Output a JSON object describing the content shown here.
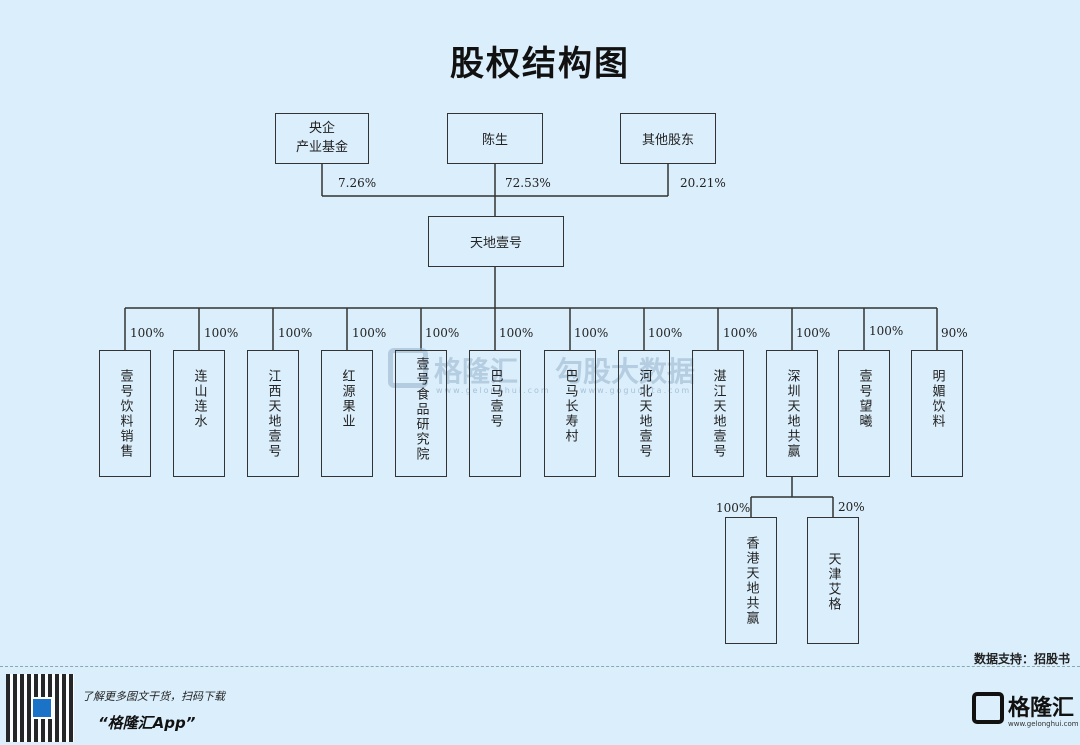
{
  "title": "股权结构图",
  "shareholders": [
    {
      "name": "央企\n产业基金",
      "pct": "7.26%"
    },
    {
      "name": "陈生",
      "pct": "72.53%"
    },
    {
      "name": "其他股东",
      "pct": "20.21%"
    }
  ],
  "company": "天地壹号",
  "subsidiaries": [
    {
      "name": "壹号饮料销售",
      "pct": "100%"
    },
    {
      "name": "连山连水",
      "pct": "100%"
    },
    {
      "name": "江西天地壹号",
      "pct": "100%"
    },
    {
      "name": "红源果业",
      "pct": "100%"
    },
    {
      "name": "壹号食品研究院",
      "pct": "100%"
    },
    {
      "name": "巴马壹号",
      "pct": "100%"
    },
    {
      "name": "巴马长寿村",
      "pct": "100%"
    },
    {
      "name": "河北天地壹号",
      "pct": "100%"
    },
    {
      "name": "湛江天地壹号",
      "pct": "100%"
    },
    {
      "name": "深圳天地共赢",
      "pct": "100%"
    },
    {
      "name": "壹号望曦",
      "pct": "100%"
    },
    {
      "name": "明媚饮料",
      "pct": "90%"
    }
  ],
  "sub_subsidiaries": [
    {
      "name": "香港天地共赢",
      "pct": "100%"
    },
    {
      "name": "天津艾格",
      "pct": "20%"
    }
  ],
  "watermark": {
    "brand": "格隆汇",
    "brand2": "勾股大数据",
    "url1": "www.gelonghui.com",
    "url2": "www.gogudata.com"
  },
  "source": "数据支持：招股书",
  "footer": {
    "promo_line1": "了解更多图文干货，扫码下载",
    "promo_line2": "“格隆汇App”",
    "brand": "格隆汇",
    "brand_url": "www.gelonghui.com"
  }
}
